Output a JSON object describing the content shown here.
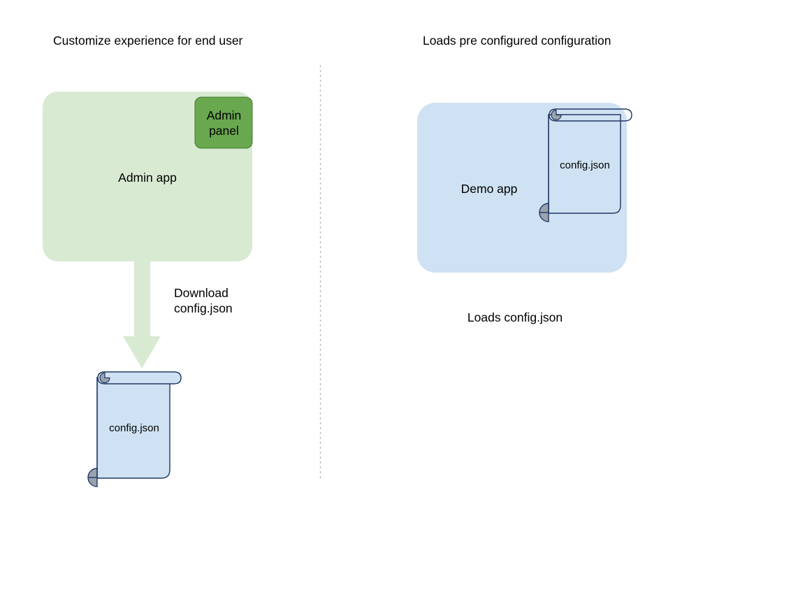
{
  "diagram": {
    "title_left": "Customize experience for end user",
    "title_right": "Loads pre configured configuration",
    "divider": "vertical-dotted-divider",
    "colors": {
      "app_green_fill": "#d9ead3",
      "admin_panel_green_fill": "#6aa84f",
      "admin_panel_stroke": "#38761d",
      "app_blue_fill": "#cfe2f3",
      "doc_stroke": "#203864",
      "doc_curl_fill": "#9aa3ad",
      "arrow_fill": "#d9ead3",
      "divider_stroke": "#b7b7b7",
      "text": "#000000"
    },
    "left_flow": {
      "app_node": {
        "label": "Admin app",
        "shape": "rounded-rect",
        "fill": "#d9ead3"
      },
      "panel_node": {
        "label": "Admin panel",
        "label_line1": "Admin",
        "label_line2": "panel",
        "shape": "rounded-rect",
        "fill": "#6aa84f"
      },
      "arrow": {
        "label_line1": "Download",
        "label_line2": "config.json",
        "direction": "down",
        "fill": "#d9ead3"
      },
      "document_node": {
        "label": "config.json",
        "shape": "scroll-document",
        "fill": "#cfe2f3"
      }
    },
    "right_flow": {
      "app_node": {
        "label": "Demo app",
        "shape": "rounded-rect",
        "fill": "#cfe2f3"
      },
      "document_node": {
        "label": "config.json",
        "shape": "scroll-document",
        "fill": "none"
      },
      "caption": "Loads config.json"
    }
  }
}
